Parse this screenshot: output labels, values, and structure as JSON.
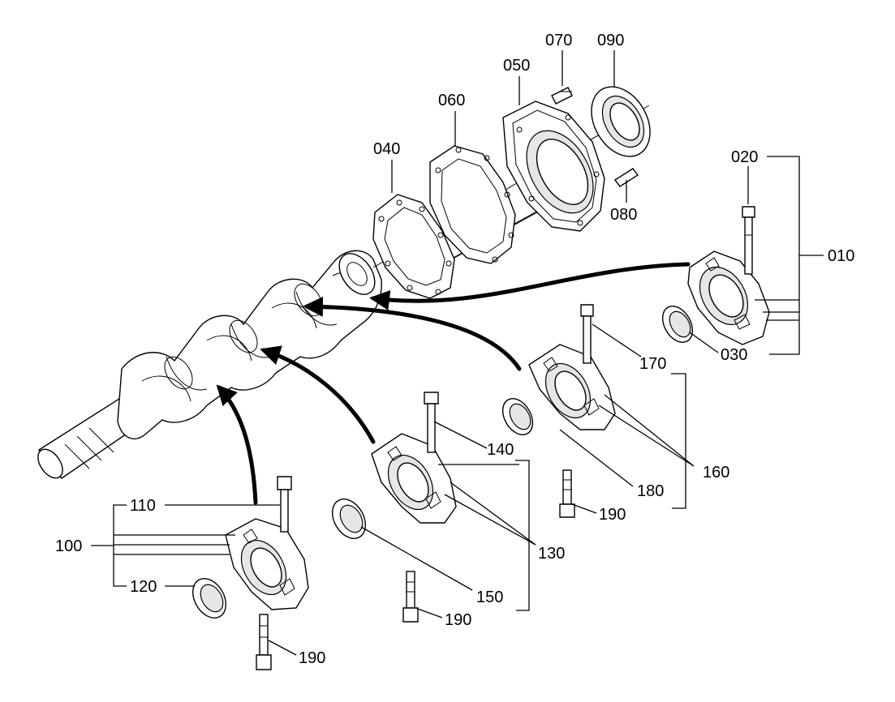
{
  "diagram": {
    "labels": {
      "l010": "010",
      "l020": "020",
      "l030": "030",
      "l040": "040",
      "l050": "050",
      "l060": "060",
      "l070": "070",
      "l080": "080",
      "l090": "090",
      "l100": "100",
      "l110": "110",
      "l120": "120",
      "l130": "130",
      "l140": "140",
      "l150": "150",
      "l160": "160",
      "l170": "170",
      "l180": "180",
      "l190a": "190",
      "l190b": "190",
      "l190c": "190"
    }
  }
}
